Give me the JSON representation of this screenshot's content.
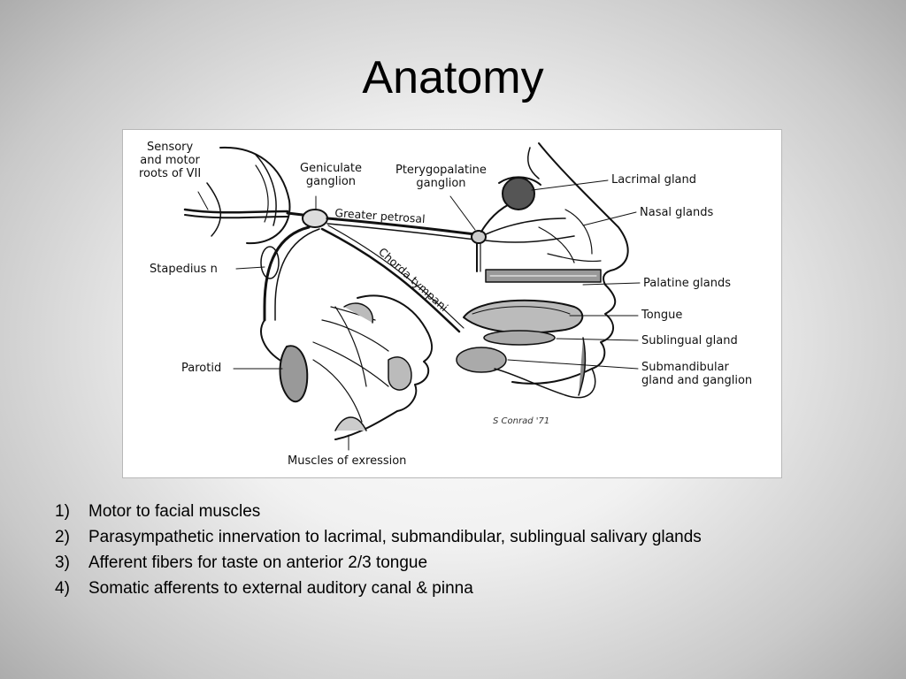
{
  "slide": {
    "title": "Anatomy"
  },
  "diagram": {
    "labels": {
      "sensory_motor_roots": "Sensory\nand motor\nroots of VII",
      "geniculate_ganglion": "Geniculate\nganglion",
      "pterygopalatine_ganglion": "Pterygopalatine\nganglion",
      "lacrimal_gland": "Lacrimal gland",
      "nasal_glands": "Nasal glands",
      "greater_petrosal": "Greater petrosal",
      "chorda_tympani": "Chorda tympani",
      "stapedius_n": "Stapedius n",
      "palatine_glands": "Palatine glands",
      "tongue": "Tongue",
      "sublingual_gland": "Sublingual gland",
      "parotid": "Parotid",
      "submandibular": "Submandibular\ngland and ganglion",
      "muscles_expression": "Muscles of exression",
      "signature": "S Conrad '71"
    }
  },
  "points": [
    {
      "num": "1)",
      "text": "Motor to facial muscles"
    },
    {
      "num": "2)",
      "text": "Parasympathetic innervation to lacrimal, submandibular, sublingual salivary glands"
    },
    {
      "num": "3)",
      "text": "Afferent fibers for taste on anterior 2/3 tongue"
    },
    {
      "num": "4)",
      "text": "Somatic afferents to external auditory canal & pinna"
    }
  ]
}
